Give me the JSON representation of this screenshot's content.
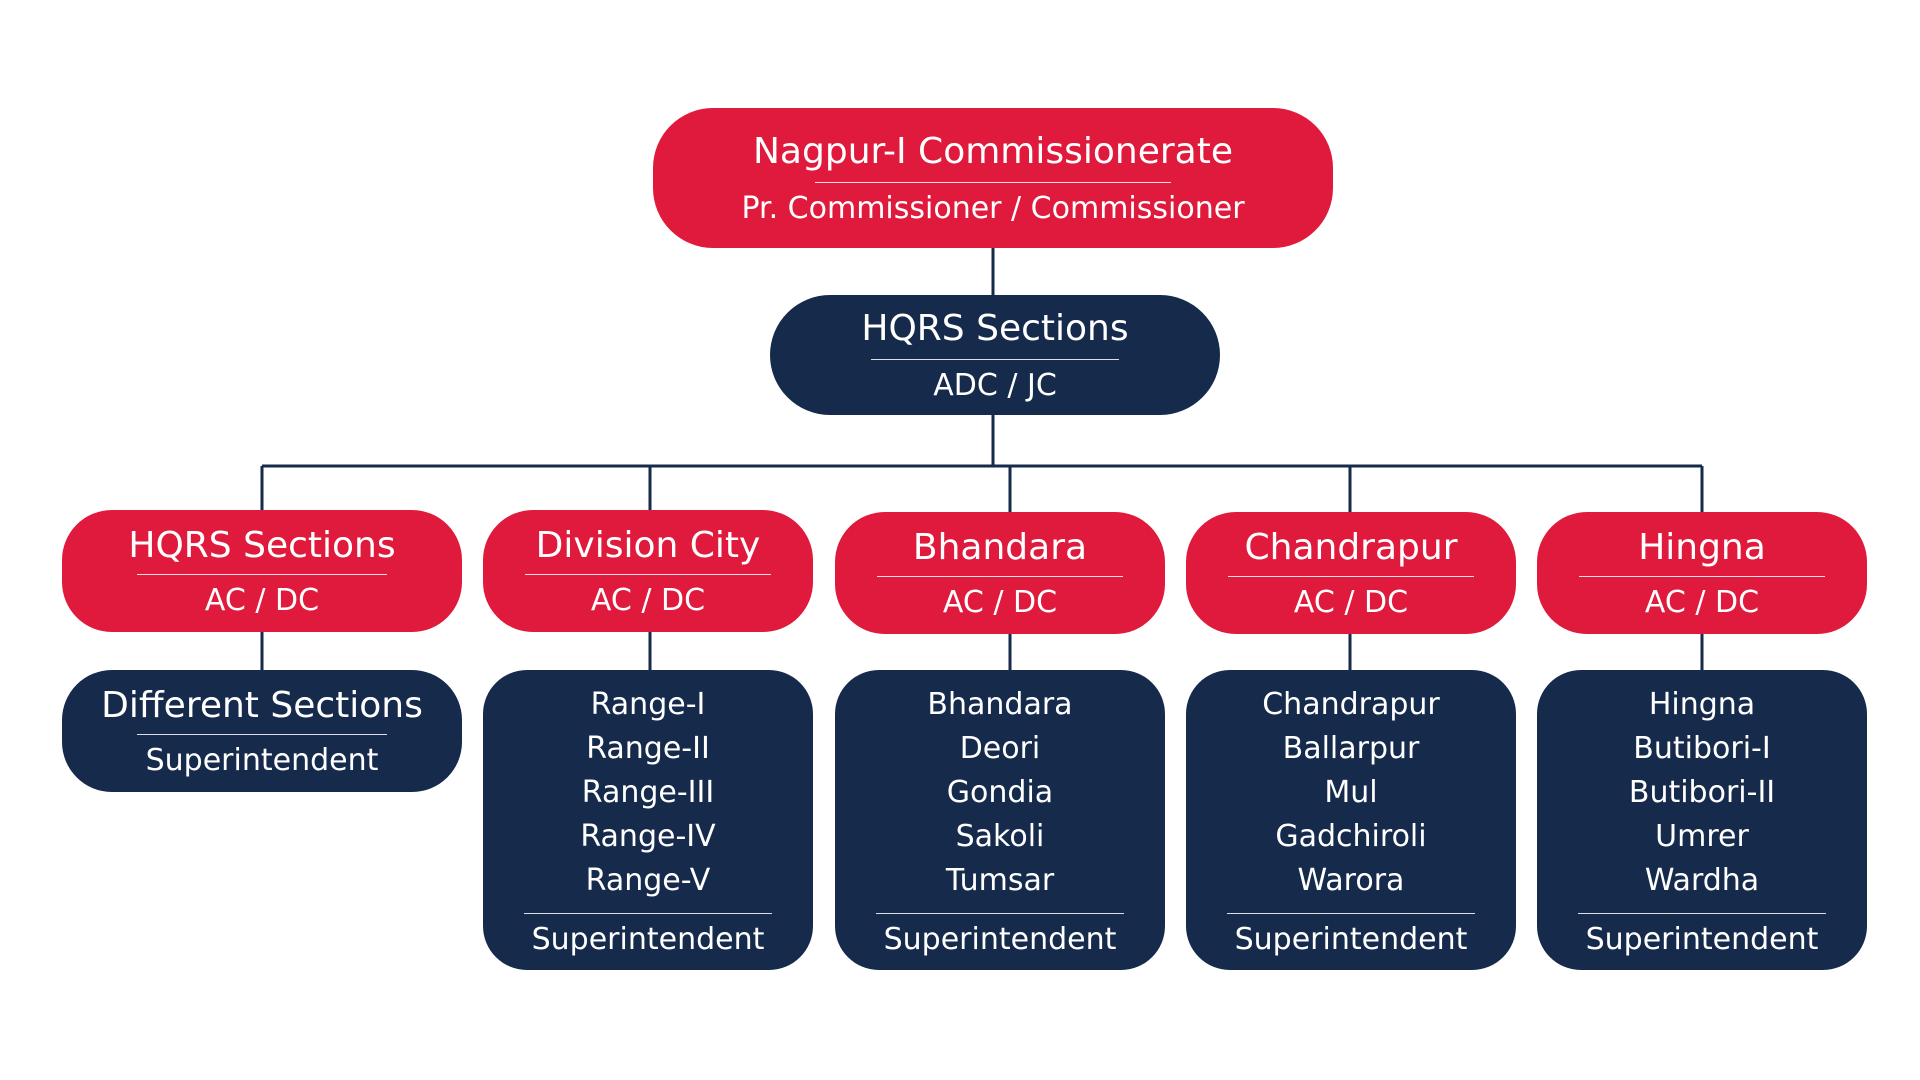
{
  "colors": {
    "red": "#e01a3c",
    "navy": "#162a4c",
    "line": "#162a4c"
  },
  "root": {
    "title": "Nagpur-I Commissionerate",
    "subtitle": "Pr. Commissioner / Commissioner"
  },
  "hq": {
    "title": "HQRS Sections",
    "subtitle": "ADC / JC"
  },
  "branches": [
    {
      "title": "HQRS Sections",
      "subtitle": "AC / DC",
      "child_title": "Different Sections",
      "footer": "Superintendent"
    },
    {
      "title": "Division City",
      "subtitle": "AC / DC",
      "items": [
        "Range-I",
        "Range-II",
        "Range-III",
        "Range-IV",
        "Range-V"
      ],
      "footer": "Superintendent"
    },
    {
      "title": "Bhandara",
      "subtitle": "AC / DC",
      "items": [
        "Bhandara",
        "Deori",
        "Gondia",
        "Sakoli",
        "Tumsar"
      ],
      "footer": "Superintendent"
    },
    {
      "title": "Chandrapur",
      "subtitle": "AC / DC",
      "items": [
        "Chandrapur",
        "Ballarpur",
        "Mul",
        "Gadchiroli",
        "Warora"
      ],
      "footer": "Superintendent"
    },
    {
      "title": "Hingna",
      "subtitle": "AC / DC",
      "items": [
        "Hingna",
        "Butibori-I",
        "Butibori-II",
        "Umrer",
        "Wardha"
      ],
      "footer": "Superintendent"
    }
  ]
}
